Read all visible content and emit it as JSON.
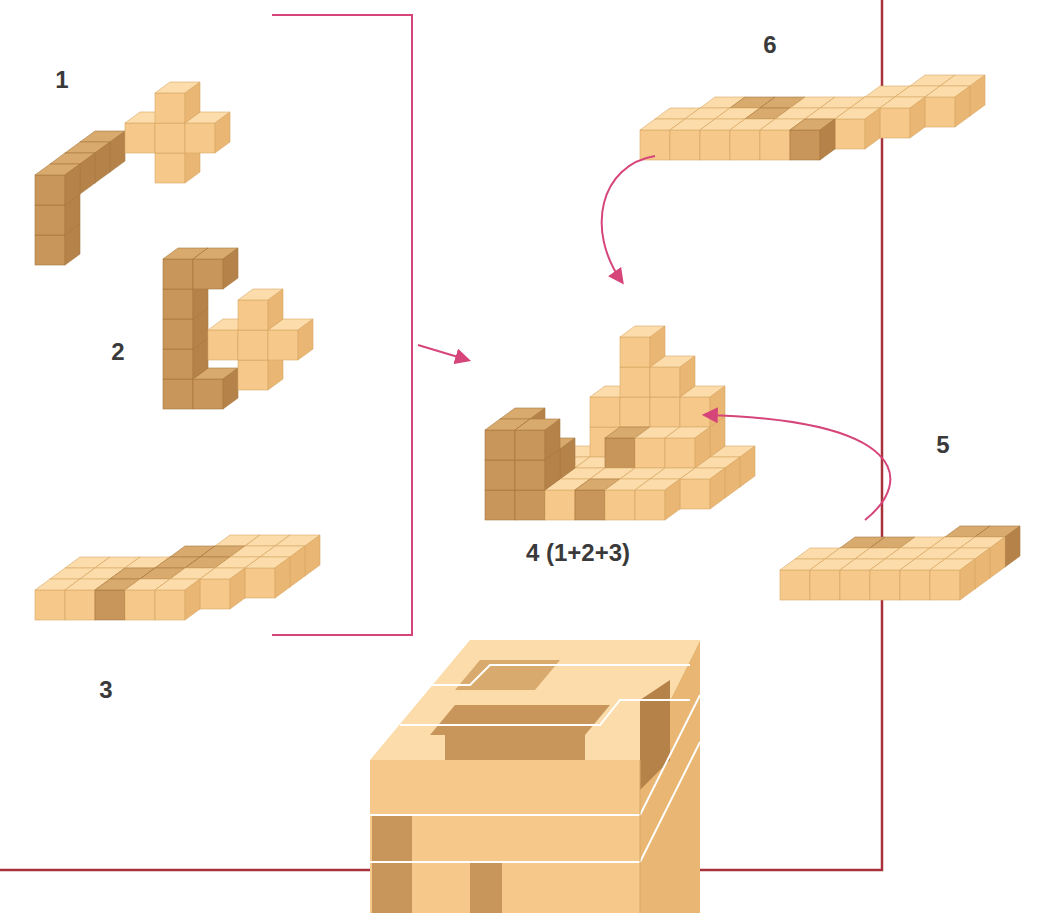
{
  "diagram": {
    "labels": [
      "1",
      "6",
      "2",
      "5",
      "4 (1+2+3)",
      "3"
    ]
  }
}
